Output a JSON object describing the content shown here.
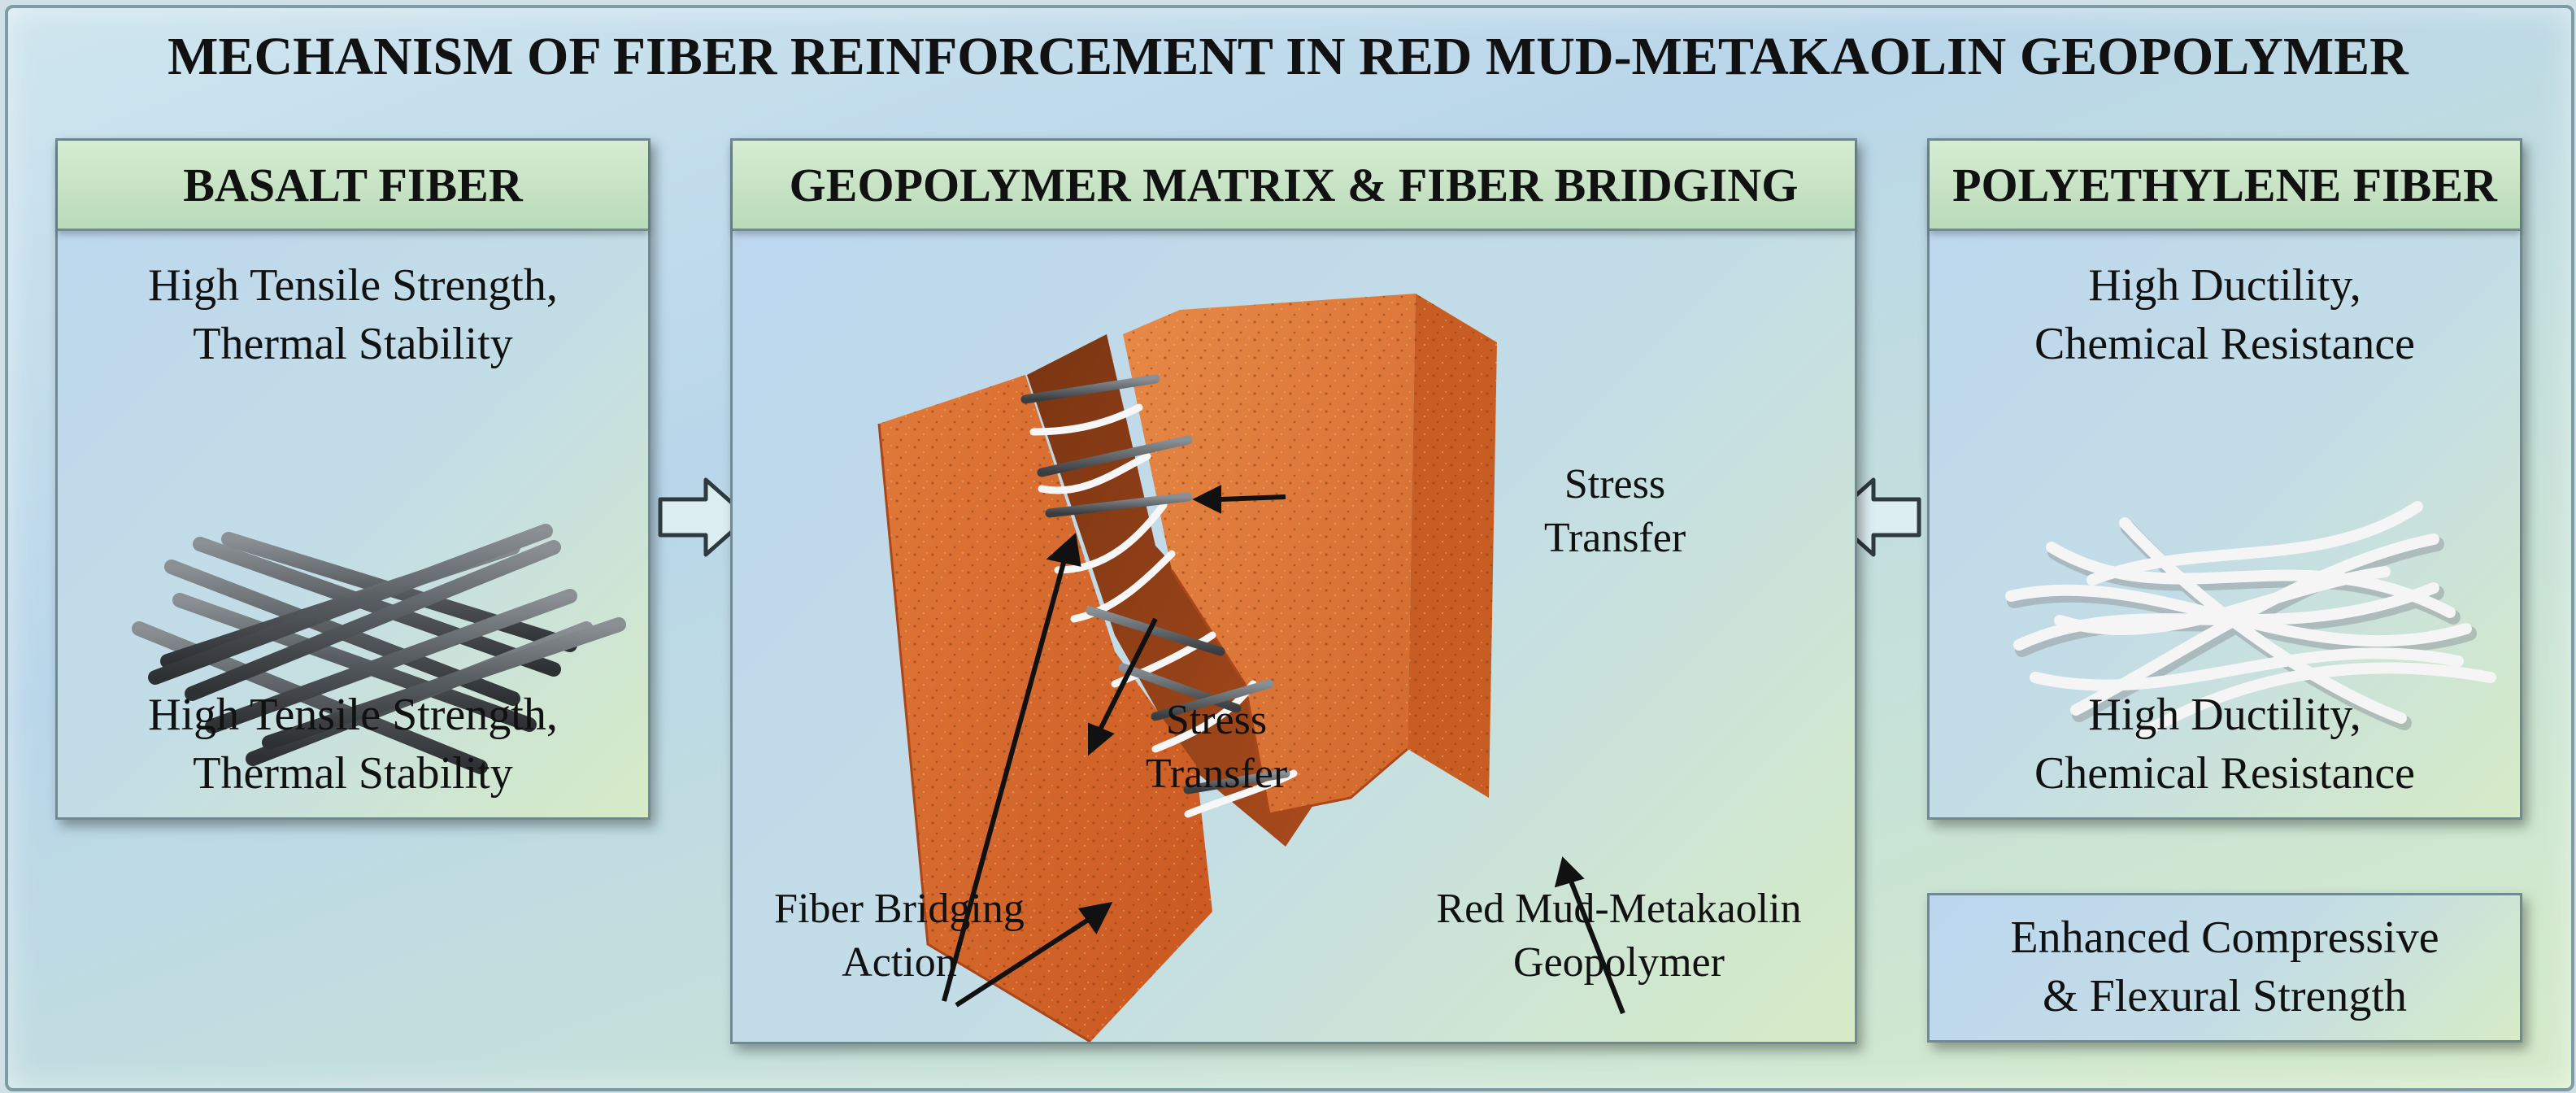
{
  "title": "MECHANISM OF FIBER REINFORCEMENT IN RED MUD-METAKAOLIN GEOPOLYMER",
  "left_panel": {
    "header": "BASALT FIBER",
    "top_text": [
      "High Tensile Strength,",
      "Thermal Stability"
    ],
    "bottom_text": [
      "High Tensile Strength,",
      "Thermal Stability"
    ]
  },
  "center_panel": {
    "header": "GEOPOLYMER MATRIX & FIBER BRIDGING",
    "label_stress_upper": [
      "Stress",
      "Transfer"
    ],
    "label_stress_lower": [
      "Stress",
      "Transfer"
    ],
    "label_bridging": [
      "Fiber Bridging",
      "Action"
    ],
    "label_matrix": [
      "Red Mud-Metakaolin",
      "Geopolymer"
    ]
  },
  "right_panel": {
    "header": "POLYETHYLENE FIBER",
    "top_text": [
      "High Ductility,",
      "Chemical Resistance"
    ],
    "bottom_text": [
      "High Ductility,",
      "Chemical Resistance"
    ]
  },
  "result_box": [
    "Enhanced Compressive",
    "& Flexural Strength"
  ],
  "colors": {
    "block_orange": "#d9692e",
    "basalt_fiber": "#555a5e",
    "pe_fiber": "#f4f4f4",
    "header_green": "#c8e4c4"
  }
}
